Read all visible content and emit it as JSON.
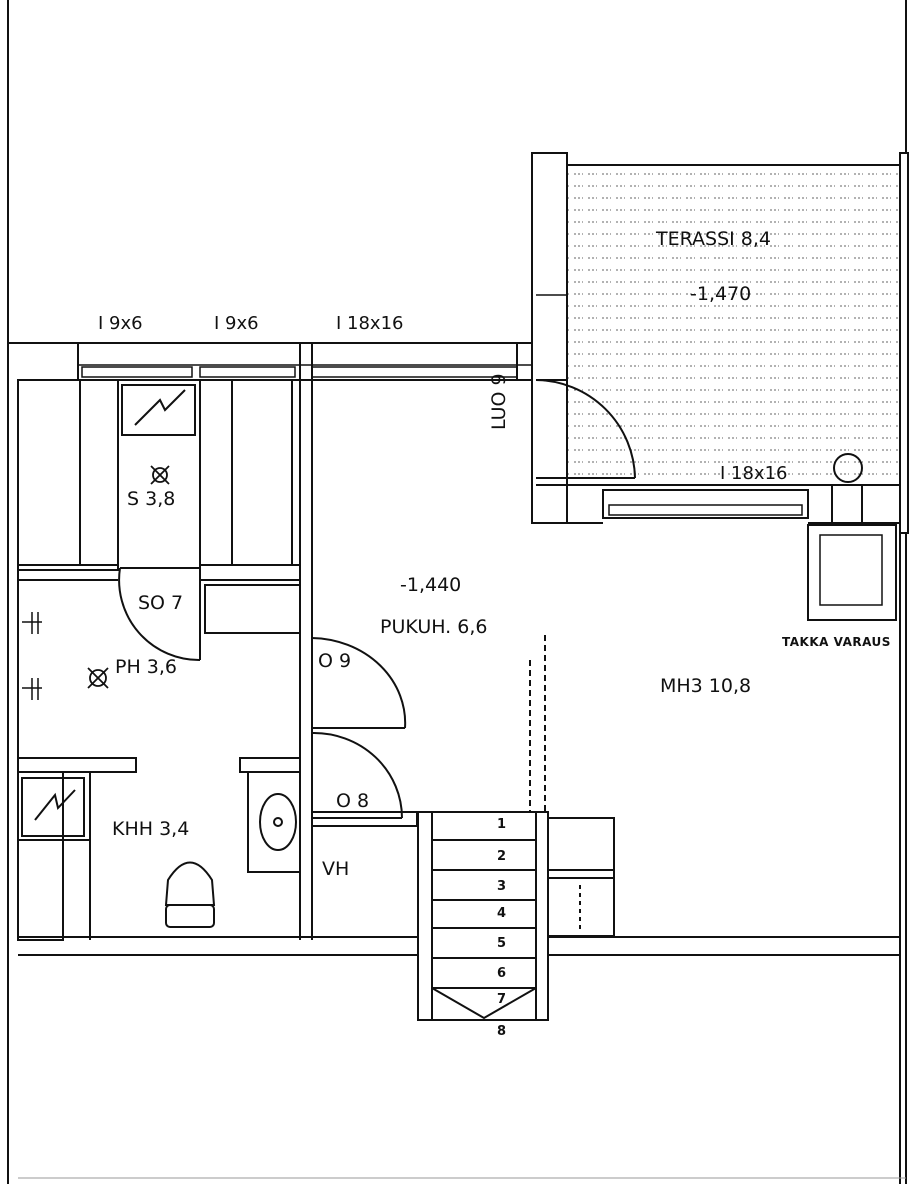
{
  "rooms": {
    "terassi": "TERASSI 8,4",
    "terassi_level": "-1,470",
    "sauna": "S 3,8",
    "pesuhuone": "PH 3,6",
    "pukuhuone": "PUKUH. 6,6",
    "pukuhuone_level": "-1,440",
    "kodinhoito": "KHH 3,4",
    "makuuhuone": "MH3 10,8",
    "vaatehuone": "VH",
    "takka": "TAKKA VARAUS"
  },
  "windows": {
    "w1": "I 9x6",
    "w2": "I 9x6",
    "w3": "I 18x16",
    "w4": "I 18x16"
  },
  "doors": {
    "so7": "SO 7",
    "d9": "O 9",
    "d8": "O 8",
    "luo9": "LUO 9"
  },
  "stairs": {
    "steps": [
      "1",
      "2",
      "3",
      "4",
      "5",
      "6",
      "7",
      "8"
    ]
  },
  "colors": {
    "ink": "#111111",
    "paper": "#ffffff",
    "hatch": "#555555"
  }
}
